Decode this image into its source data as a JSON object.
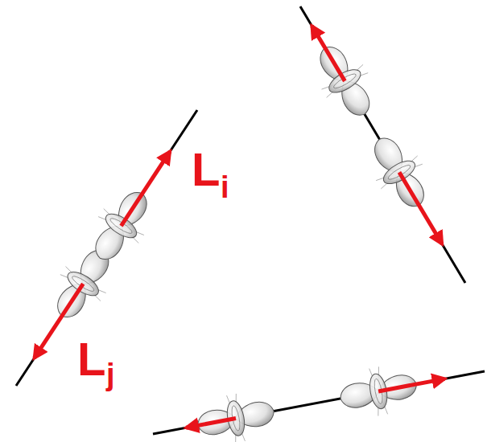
{
  "diagram": {
    "labels": [
      "L",
      "i",
      "L",
      "j"
    ]
  }
}
